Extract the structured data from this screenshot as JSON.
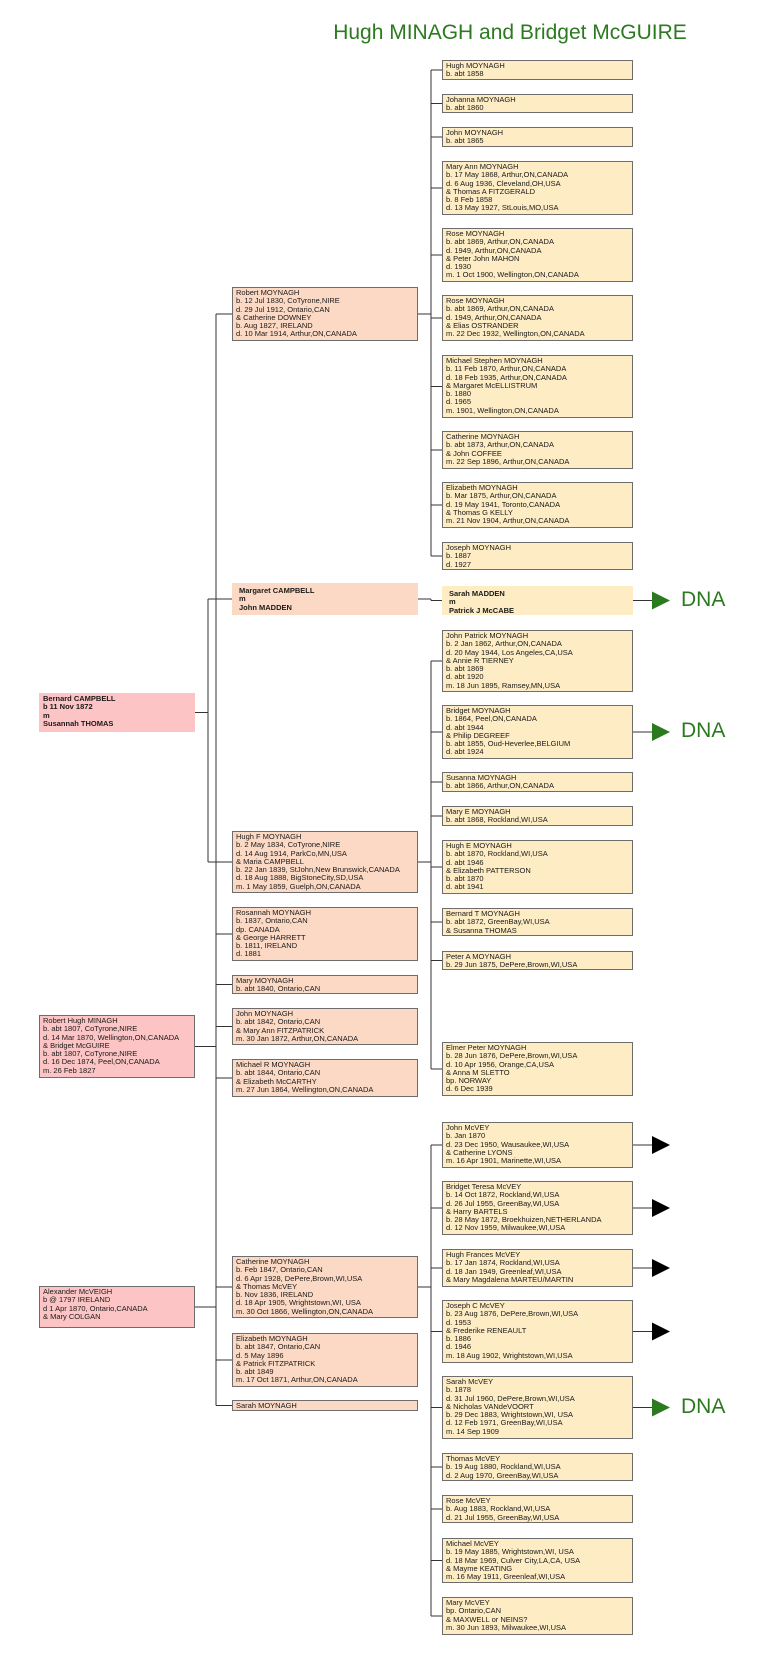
{
  "title": "Hugh MINAGH and Bridget McGUIRE",
  "dna_label": "DNA",
  "people": [
    {
      "id": "hugh",
      "gen": 3,
      "text": "Hugh MOYNAGH\nb. abt 1858"
    },
    {
      "id": "johanna",
      "gen": 3,
      "text": "Johanna MOYNAGH\nb. abt 1860"
    },
    {
      "id": "john_m",
      "gen": 3,
      "text": "John MOYNAGH\nb. abt 1865"
    },
    {
      "id": "maryann",
      "gen": 3,
      "text": "Mary Ann MOYNAGH\nb. 17 May 1868, Arthur,ON,CANADA\nd. 6 Aug 1936, Cleveland,OH,USA\n& Thomas A FITZGERALD\nb. 8 Feb 1858\nd. 13 May 1927, StLouis,MO,USA"
    },
    {
      "id": "rose1",
      "gen": 3,
      "text": "Rose MOYNAGH\nb. abt 1869, Arthur,ON,CANADA\nd. 1949, Arthur,ON,CANADA\n& Peter John MAHON\nd. 1930\nm. 1 Oct 1900, Wellington,ON,CANADA"
    },
    {
      "id": "rose2",
      "gen": 3,
      "text": "Rose MOYNAGH\nb. abt 1869, Arthur,ON,CANADA\nd. 1949, Arthur,ON,CANADA\n& Elias OSTRANDER\nm. 22 Dec 1932, Wellington,ON,CANADA"
    },
    {
      "id": "michael_s",
      "gen": 3,
      "text": "Michael Stephen MOYNAGH\nb. 11 Feb 1870, Arthur,ON,CANADA\nd. 18 Feb 1935, Arthur,ON,CANADA\n& Margaret McELLISTRUM\nb. 1880\nd. 1965\nm. 1901, Wellington,ON,CANADA"
    },
    {
      "id": "catherine_m3",
      "gen": 3,
      "text": "Catherine MOYNAGH\nb. abt 1873, Arthur,ON,CANADA\n& John COFFEE\nm. 22 Sep 1896, Arthur,ON,CANADA"
    },
    {
      "id": "elizabeth_m3",
      "gen": 3,
      "text": "Elizabeth MOYNAGH\nb. Mar 1875, Arthur,ON,CANADA\nd. 19 May 1941, Toronto,CANADA\n& Thomas G KELLY\nm. 21 Nov 1904, Arthur,ON,CANADA"
    },
    {
      "id": "joseph_m",
      "gen": 3,
      "text": "Joseph MOYNAGH\nb. 1887\nd. 1927"
    },
    {
      "id": "sarah_madden",
      "gen": 3,
      "bold": true,
      "text": "Sarah MADDEN\nm\nPatrick J McCABE"
    },
    {
      "id": "john_patrick",
      "gen": 3,
      "text": "John Patrick MOYNAGH\nb. 2 Jan 1862, Arthur,ON,CANADA\nd. 20 May 1944, Los Angeles,CA,USA\n& Annie R TIERNEY\nb. abt 1869\nd. abt 1920\nm. 18 Jun 1895, Ramsey,MN,USA"
    },
    {
      "id": "bridget_m",
      "gen": 3,
      "text": "Bridget MOYNAGH\nb. 1864, Peel,ON,CANADA\nd. abt 1944\n& Philip DEGREEF\nb. abt 1855, Oud-Heverlee,BELGIUM\nd. abt 1924"
    },
    {
      "id": "susanna_m",
      "gen": 3,
      "text": "Susanna MOYNAGH\nb. abt 1866, Arthur,ON,CANADA"
    },
    {
      "id": "mary_e",
      "gen": 3,
      "text": "Mary E MOYNAGH\nb. abt 1868, Rockland,WI,USA"
    },
    {
      "id": "hugh_e",
      "gen": 3,
      "text": "Hugh E MOYNAGH\nb. abt 1870, Rockland,WI,USA\nd. abt 1946\n& Elizabeth PATTERSON\nb. abt 1870\nd. abt 1941"
    },
    {
      "id": "bernard_t",
      "gen": 3,
      "text": "Bernard T MOYNAGH\nb. abt 1872, GreenBay,WI,USA\n& Susanna THOMAS"
    },
    {
      "id": "peter_a",
      "gen": 3,
      "text": "Peter A MOYNAGH\nb. 29 Jun 1875, DePere,Brown,WI,USA"
    },
    {
      "id": "elmer",
      "gen": 3,
      "text": "Elmer Peter MOYNAGH\nb. 28 Jun 1876, DePere,Brown,WI,USA\nd. 10 Apr 1956, Orange,CA,USA\n& Anna M SLETTO\nbp. NORWAY\nd. 6 Dec 1939"
    },
    {
      "id": "john_mcvey",
      "gen": 3,
      "text": "John McVEY\nb. Jan 1870\nd. 23 Dec 1950, Wausaukee,WI,USA\n& Catherine LYONS\nm. 16 Apr 1901, Marinette,WI,USA"
    },
    {
      "id": "bridget_t",
      "gen": 3,
      "text": "Bridget Teresa McVEY\nb. 14 Oct 1872, Rockland,WI,USA\nd. 26 Jul 1955, GreenBay,WI,USA\n& Harry BARTELS\nb. 28 May 1872, Broekhuizen,NETHERLANDA\nd. 12 Nov 1959, Milwaukee,WI,USA"
    },
    {
      "id": "hugh_f_mcvey",
      "gen": 3,
      "text": "Hugh Frances McVEY\nb. 17 Jan 1874, Rockland,WI,USA\nd. 18 Jan 1949, Greenleaf,WI,USA\n& Mary Magdalena MARTEU/MARTIN"
    },
    {
      "id": "joseph_c",
      "gen": 3,
      "text": "Joseph C McVEY\nb. 23 Aug 1876, DePere,Brown,WI,USA\nd. 1953\n& Frederike RENEAULT\nb. 1886\nd. 1946\nm. 18 Aug 1902, Wrightstown,WI,USA"
    },
    {
      "id": "sarah_mcvey",
      "gen": 3,
      "text": "Sarah McVEY\nb. 1878\nd. 31 Jul 1960, DePere,Brown,WI,USA\n& Nicholas VANdeVOORT\nb. 29 Dec 1883, Wrightstown,WI, USA\nd. 12 Feb 1971, GreenBay,WI,USA\nm. 14 Sep 1909"
    },
    {
      "id": "thomas_mcvey",
      "gen": 3,
      "text": "Thomas McVEY\nb. 19 Aug 1880, Rockland,WI,USA\nd. 2 Aug 1970, GreenBay,WI,USA"
    },
    {
      "id": "rose_mcvey",
      "gen": 3,
      "text": "Rose McVEY\nb. Aug 1883, Rockland,WI,USA\nd. 21 Jul 1955, GreenBay,WI,USA"
    },
    {
      "id": "michael_mcvey",
      "gen": 3,
      "text": "Michael McVEY\nb. 19 May 1885, Wrightstown,WI, USA\nd. 18 Mar 1969, Culver City,LA,CA, USA\n& Mayme KEATING\nm. 16 May 1911, Greenleaf,WI,USA"
    },
    {
      "id": "mary_mcvey",
      "gen": 3,
      "text": "Mary McVEY\nbp. Ontario,CAN\n& MAXWELL or NEINS?\nm. 30 Jun 1893, Milwaukee,WI,USA"
    },
    {
      "id": "robert_m",
      "gen": 2,
      "text": "Robert MOYNAGH\nb. 12 Jul 1830, CoTyrone,NIRE\nd. 29 Jul 1912, Ontario,CAN\n& Catherine DOWNEY\nb. Aug 1827, IRELAND\nd. 10 Mar 1914, Arthur,ON,CANADA"
    },
    {
      "id": "margaret_c",
      "gen": 2,
      "bold": true,
      "text": "Margaret CAMPBELL\nm\nJohn MADDEN"
    },
    {
      "id": "hugh_f",
      "gen": 2,
      "text": "Hugh F MOYNAGH\nb. 2 May 1834, CoTyrone,NIRE\nd. 14 Aug 1914, ParkCo,MN,USA\n& Maria CAMPBELL\nb. 22 Jan 1839, StJohn,New Brunswick,CANADA\nd. 18 Aug 1888, BigStoneCity,SD,USA\nm. 1 May 1859, Guelph,ON,CANADA"
    },
    {
      "id": "rosannah",
      "gen": 2,
      "text": "Rosannah MOYNAGH\nb. 1837, Ontario,CAN\ndp. CANADA\n& George HARRETT\nb. 1811, IRELAND\nd. 1881"
    },
    {
      "id": "mary_m2",
      "gen": 2,
      "text": "Mary MOYNAGH\nb. abt 1840, Ontario,CAN"
    },
    {
      "id": "john_m2",
      "gen": 2,
      "text": "John MOYNAGH\nb. abt 1842, Ontario,CAN\n& Mary Ann FITZPATRICK\nm. 30 Jan 1872, Arthur,ON,CANADA"
    },
    {
      "id": "michael_r",
      "gen": 2,
      "text": "Michael R MOYNAGH\nb. abt 1844, Ontario,CAN\n& Elizabeth McCARTHY\nm. 27 Jun 1864, Wellington,ON,CANADA"
    },
    {
      "id": "catherine_m2",
      "gen": 2,
      "text": "Catherine MOYNAGH\nb. Feb 1847, Ontario,CAN\nd. 6 Apr 1928, DePere,Brown,WI,USA\n& Thomas McVEY\nb. Nov 1836, IRELAND\nd. 18 Apr 1905, Wrightstown,WI, USA\nm. 30 Oct 1866, Wellington,ON,CANADA"
    },
    {
      "id": "elizabeth_m2",
      "gen": 2,
      "text": "Elizabeth MOYNAGH\nb. abt 1847, Ontario,CAN\nd. 5 May 1896\n& Patrick FITZPATRICK\nb. abt 1849\nm. 17 Oct 1871, Arthur,ON,CANADA"
    },
    {
      "id": "sarah_m2",
      "gen": 2,
      "text": "Sarah MOYNAGH"
    },
    {
      "id": "bernard_c",
      "gen": 1,
      "bold": true,
      "text": "Bernard CAMPBELL\nb 11 Nov 1872\nm\nSusannah THOMAS"
    },
    {
      "id": "robert_hugh",
      "gen": 1,
      "text": "Robert Hugh MINAGH\nb. abt 1807, CoTyrone,NIRE\nd. 14 Mar 1870, Wellington,ON,CANADA\n& Bridget McGUIRE\nb. abt 1807, CoTyrone,NIRE\nd. 16 Dec 1874, Peel,ON,CANADA\nm. 26 Feb 1827"
    },
    {
      "id": "alexander",
      "gen": 1,
      "text": "Alexander McVEIGH\nb @ 1797 IRELAND\nd 1 Apr 1870, Ontario,CANADA\n& Mary COLGAN"
    }
  ],
  "markers": [
    {
      "id": "sarah_madden",
      "type": "dna"
    },
    {
      "id": "bridget_m",
      "type": "dna"
    },
    {
      "id": "john_mcvey",
      "type": "arrow"
    },
    {
      "id": "bridget_t",
      "type": "arrow"
    },
    {
      "id": "hugh_f_mcvey",
      "type": "arrow"
    },
    {
      "id": "joseph_c",
      "type": "arrow"
    },
    {
      "id": "sarah_mcvey",
      "type": "dna"
    }
  ],
  "colors": {
    "gen1": "#fcc4c4",
    "gen2": "#fcd9c4",
    "gen3": "#fdecc4",
    "title": "#2c7a1f",
    "marker": "#2c7a1f",
    "line": "#333333"
  }
}
